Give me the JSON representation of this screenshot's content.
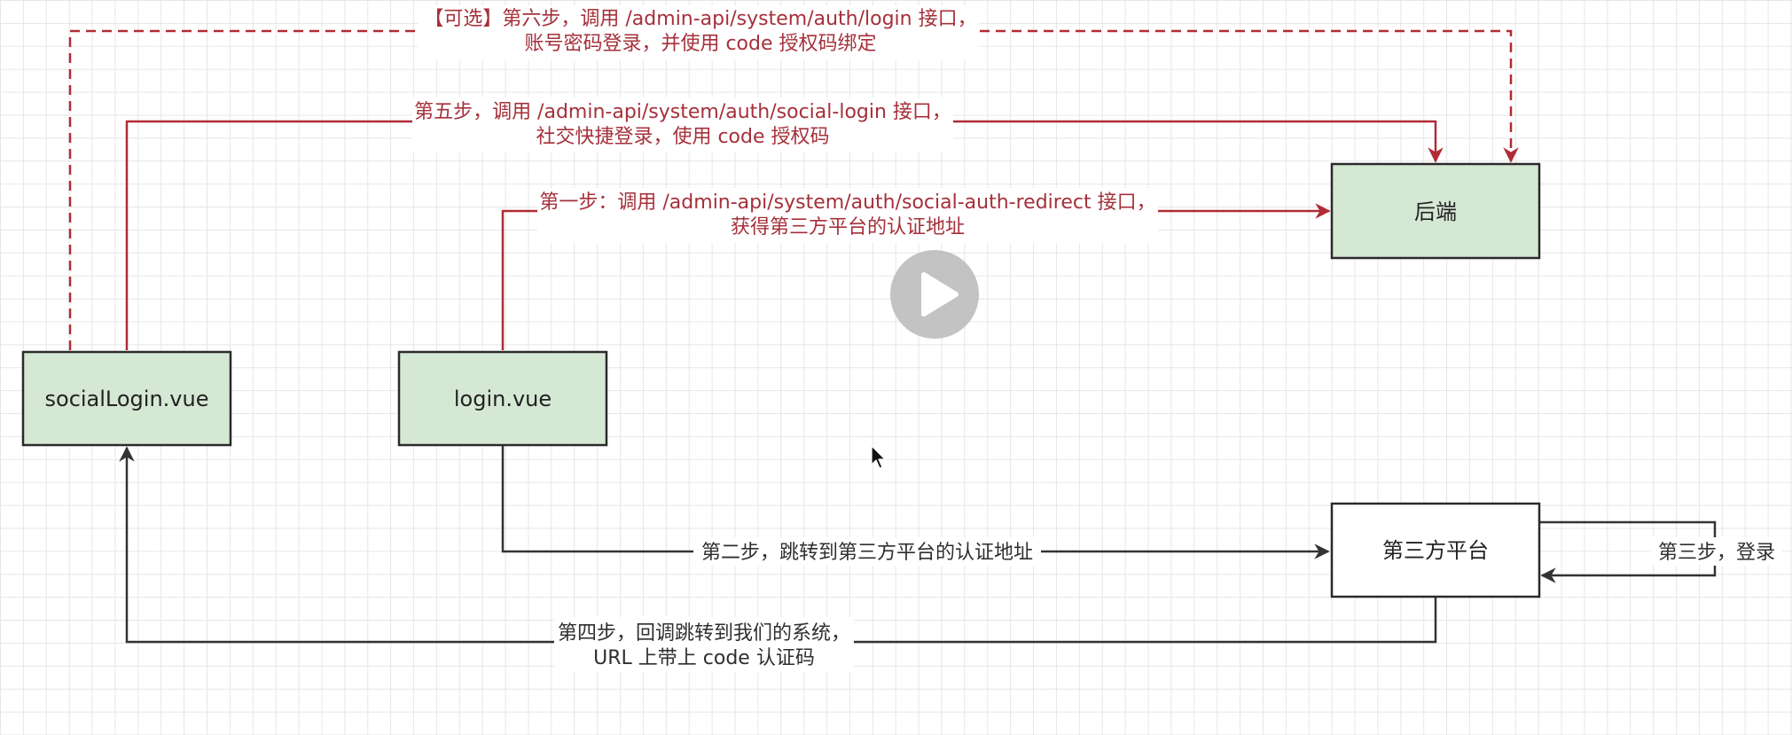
{
  "nodes": {
    "backend": "后端",
    "social_login": "socialLogin.vue",
    "login": "login.vue",
    "third_party": "第三方平台"
  },
  "steps": {
    "step6": {
      "line1": "【可选】第六步，调用 /admin-api/system/auth/login 接口，",
      "line2": "账号密码登录，并使用 code 授权码绑定"
    },
    "step5": {
      "line1": "第五步，调用 /admin-api/system/auth/social-login 接口，",
      "line2": "社交快捷登录，使用 code 授权码"
    },
    "step1": {
      "line1": "第一步：调用 /admin-api/system/auth/social-auth-redirect 接口，",
      "line2": "获得第三方平台的认证地址"
    },
    "step2": "第二步，跳转到第三方平台的认证地址",
    "step3": "第三步，登录",
    "step4": {
      "line1": "第四步，回调跳转到我们的系统，",
      "line2": "URL 上带上 code 认证码"
    }
  },
  "colors": {
    "node_fill": "#d5e8d4",
    "node_border": "#2a2a2a",
    "red_line": "#b02c35",
    "dark_line": "#333333",
    "grid": "#e6e6e6"
  },
  "overlay": {
    "play_icon": "play-icon",
    "cursor_icon": "mouse-pointer-icon"
  }
}
